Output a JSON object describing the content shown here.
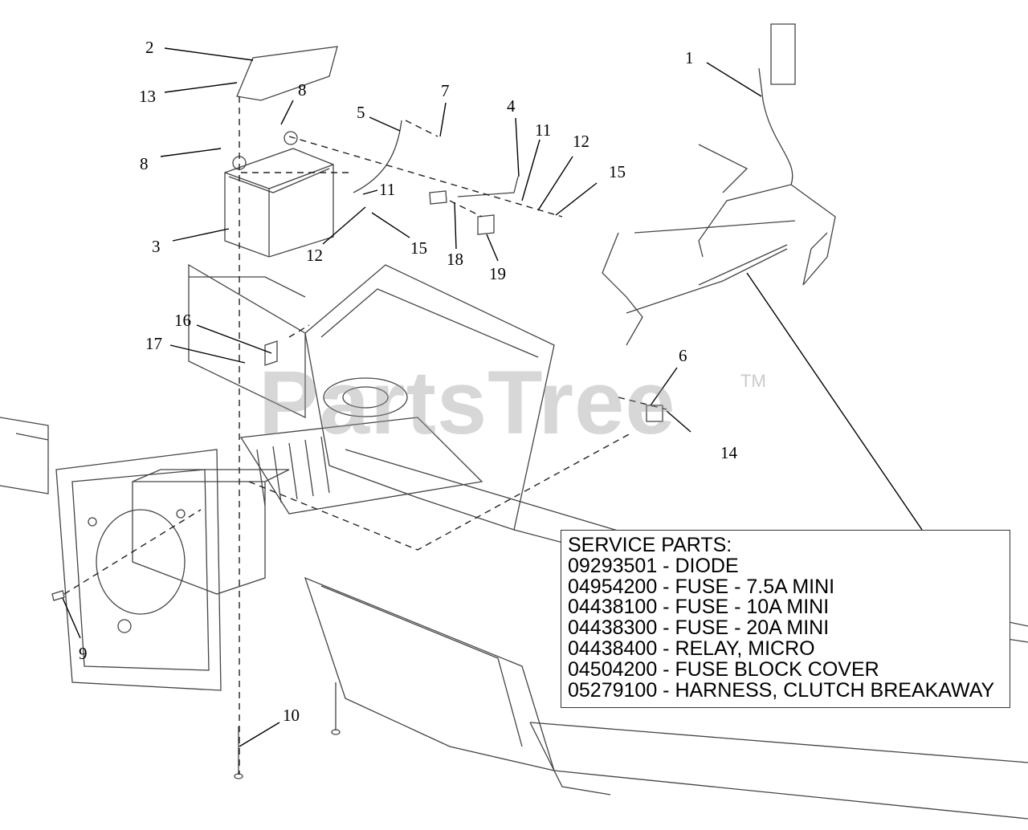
{
  "callouts": [
    "1",
    "2",
    "3",
    "4",
    "5",
    "6",
    "7",
    "8",
    "8",
    "9",
    "10",
    "11",
    "11",
    "12",
    "12",
    "13",
    "14",
    "15",
    "15",
    "16",
    "17",
    "18",
    "19"
  ],
  "service_parts": {
    "title": "SERVICE PARTS:",
    "items": [
      "09293501 - DIODE",
      "04954200 - FUSE - 7.5A MINI",
      "04438100 - FUSE - 10A MINI",
      "04438300 - FUSE - 20A MINI",
      "04438400 - RELAY, MICRO",
      "04504200 - FUSE BLOCK COVER",
      "05279100 - HARNESS, CLUTCH BREAKAWAY"
    ]
  },
  "watermark": {
    "text": "PartsTree",
    "tm": "TM"
  },
  "colors": {
    "line": "#222222",
    "frame": "#444444",
    "watermark": "#969696"
  }
}
